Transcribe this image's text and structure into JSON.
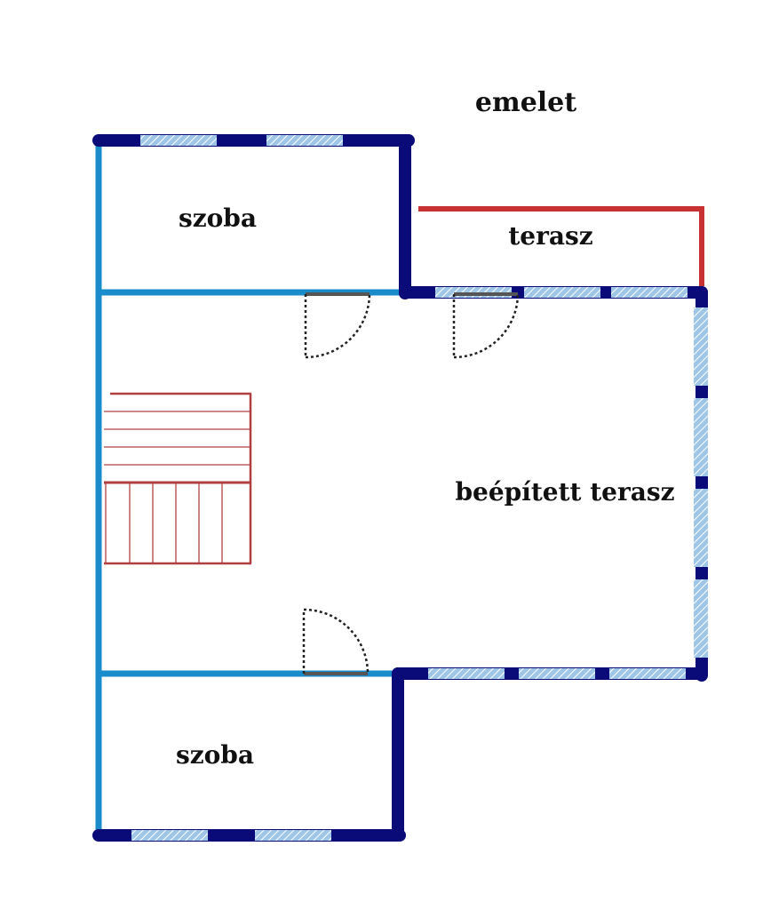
{
  "title": "emelet",
  "rooms": [
    {
      "id": "room-top",
      "label": "szoba"
    },
    {
      "id": "terrace",
      "label": "terasz"
    },
    {
      "id": "enclosed-terrace",
      "label": "beépített terasz"
    },
    {
      "id": "room-bottom",
      "label": "szoba"
    }
  ],
  "colors": {
    "outer_wall": "#0a0a78",
    "inner_wall": "#1a8ccc",
    "window": "#9fc6e6",
    "window_hatch": "#ffffff",
    "terrace_rail": "#c83232",
    "stair": "#b04040",
    "door_swing": "#222222",
    "door_leaf": "#555555"
  }
}
